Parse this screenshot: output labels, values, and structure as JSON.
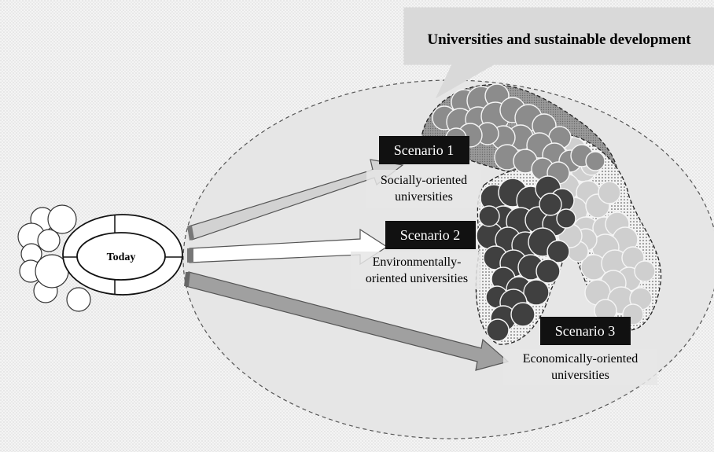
{
  "title": "Universities and sustainable development",
  "today_label": "Today",
  "scenarios": [
    {
      "badge": "Scenario 1",
      "caption_lines": [
        "Socially-oriented",
        "universities"
      ]
    },
    {
      "badge": "Scenario 2",
      "caption_lines": [
        "Environmentally-",
        "oriented universities"
      ]
    },
    {
      "badge": "Scenario 3",
      "caption_lines": [
        "Economically-oriented",
        "universities"
      ]
    }
  ],
  "colors": {
    "background_pattern": "#eeeeee",
    "large_ellipse_fill": "#e6e6e6",
    "callout_fill": "#d9d9d9",
    "scenario_badge": "#111111",
    "social_circles": "#8c8c8c",
    "environment_circles": "#404040",
    "economic_circles": "#cfcfcf",
    "arrow_social": "#d2d2d2",
    "arrow_environment": "#ffffff",
    "arrow_economic": "#a0a0a0"
  }
}
